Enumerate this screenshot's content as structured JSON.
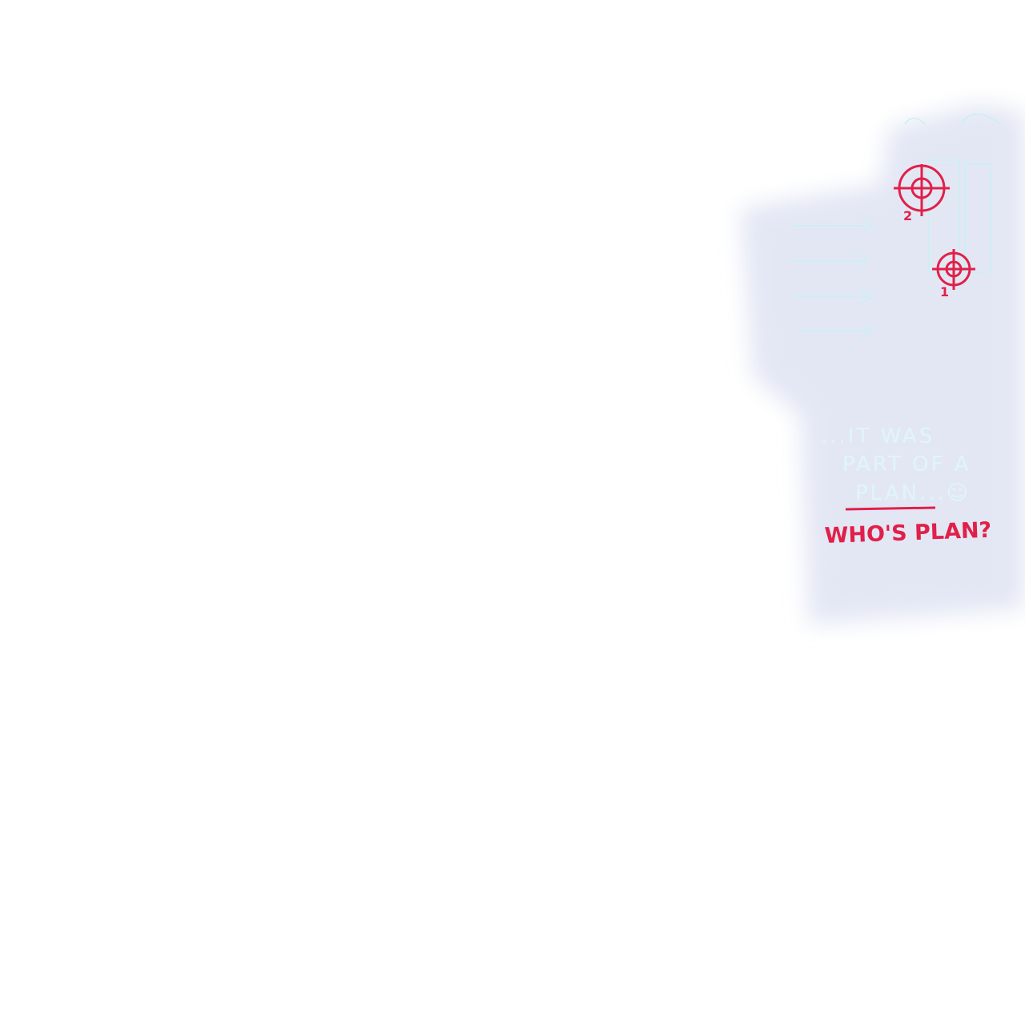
{
  "illustration": {
    "faint_caption_lines": [
      "...IT WAS",
      "PART OF A",
      "PLAN...☺"
    ],
    "question": "WHO'S PLAN?",
    "target_labels": [
      "2",
      "1"
    ],
    "colors": {
      "paper": "#dfe4f3",
      "accent_red": "#e0204a",
      "faint_line": "#c8f0f4"
    }
  }
}
